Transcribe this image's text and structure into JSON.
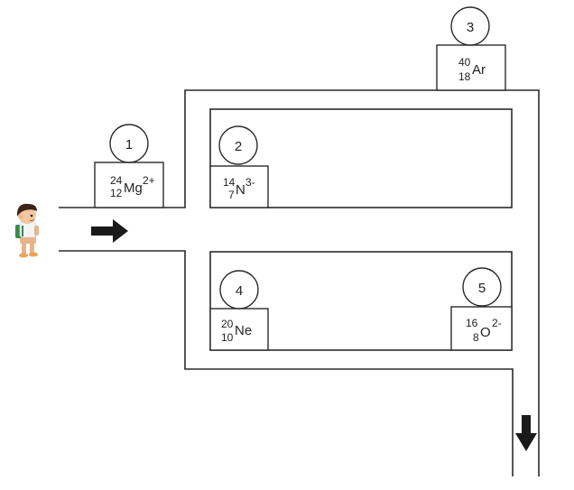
{
  "stations": [
    {
      "number": "1",
      "mass": "24",
      "atomic": "12",
      "symbol": "Mg",
      "charge": "2+"
    },
    {
      "number": "2",
      "mass": "14",
      "atomic": "7",
      "symbol": "N",
      "charge": "3-"
    },
    {
      "number": "3",
      "mass": "40",
      "atomic": "18",
      "symbol": "Ar",
      "charge": ""
    },
    {
      "number": "4",
      "mass": "20",
      "atomic": "10",
      "symbol": "Ne",
      "charge": ""
    },
    {
      "number": "5",
      "mass": "16",
      "atomic": "8",
      "symbol": "O",
      "charge": "2-"
    }
  ],
  "icons": {
    "walker": "child-walker-icon",
    "entry_arrow": "arrow-right-icon",
    "exit_arrow": "arrow-down-icon"
  },
  "colors": {
    "line": "#2b2b2b",
    "arrow": "#1a1a1a"
  }
}
